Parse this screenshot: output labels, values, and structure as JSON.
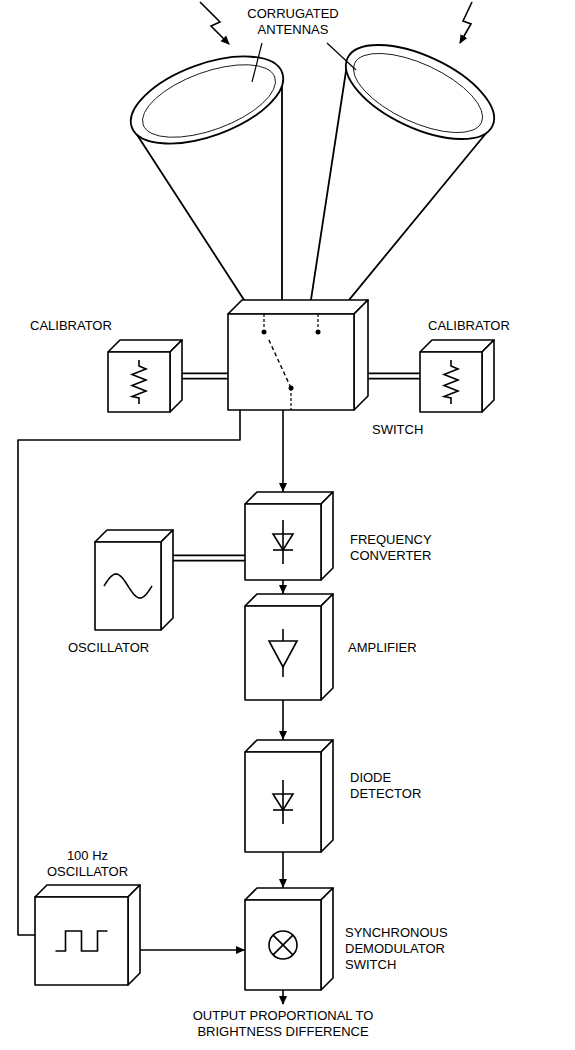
{
  "diagram": {
    "nodes": [
      {
        "text": [
          "CALIBRATOR"
        ]
      },
      {
        "text": [
          "SWITCH"
        ]
      },
      {
        "text": [
          "CALIBRATOR"
        ]
      },
      {
        "text": [
          "OSCILLATOR"
        ]
      },
      {
        "text": [
          "FREQUENCY CONVERTER"
        ]
      },
      {
        "text": [
          "AMPLIFIER"
        ]
      },
      {
        "text": [
          "DIODE DETECTOR"
        ]
      },
      {
        "text": [
          "100 Hz OSCILLATOR"
        ]
      },
      {
        "text": [
          "SYNCHRONOUS DEMODULATOR SWITCH"
        ]
      }
    ],
    "edges": [
      {
        "from": 0,
        "to": 1,
        "arrow": "none"
      },
      {
        "from": 2,
        "to": 1,
        "arrow": "none"
      },
      {
        "from": 1,
        "to": 4,
        "arrow": "to"
      },
      {
        "from": 3,
        "to": 4,
        "arrow": "none"
      },
      {
        "from": 4,
        "to": 5,
        "arrow": "to"
      },
      {
        "from": 5,
        "to": 6,
        "arrow": "to"
      },
      {
        "from": 6,
        "to": 8,
        "arrow": "to"
      },
      {
        "from": 7,
        "to": 1,
        "arrow": "none"
      },
      {
        "from": 7,
        "to": 8,
        "arrow": "to"
      }
    ],
    "labels": [
      "CORRUGATED ANTENNAS",
      "OUTPUT PROPORTIONAL TO BRIGHTNESS DIFFERENCE"
    ]
  }
}
